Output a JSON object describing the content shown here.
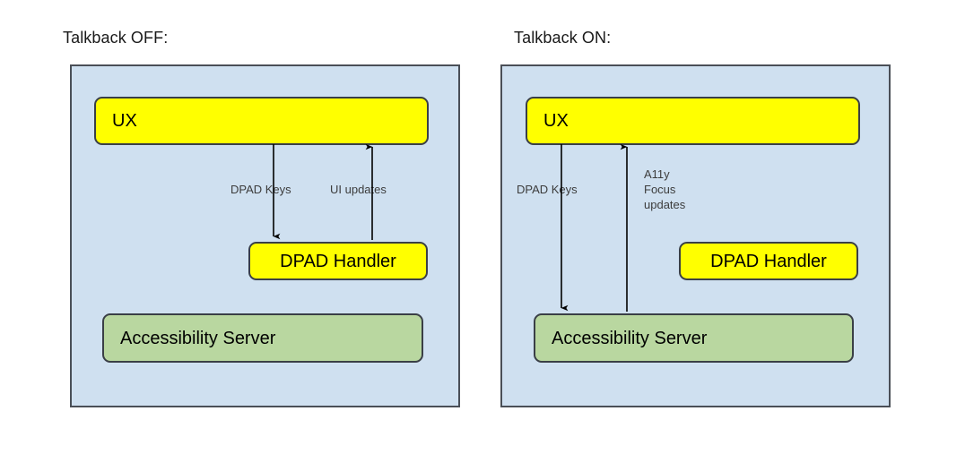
{
  "diagram": {
    "title_left": "Talkback OFF:",
    "title_right": "Talkback ON:",
    "colors": {
      "panel_fill": "#cfe0f0",
      "panel_stroke": "#4a4f57",
      "node_yellow": "#ffff00",
      "node_green": "#b9d7a0",
      "node_stroke": "#3a3f46",
      "arrow": "#000000",
      "text": "#000000",
      "label_text": "#3c3c3c",
      "background": "#ffffff"
    },
    "panels": [
      {
        "id": "talkback-off",
        "title": "Talkback OFF:",
        "nodes": [
          {
            "id": "ux",
            "label": "UX",
            "fill": "yellow"
          },
          {
            "id": "dpad-handler",
            "label": "DPAD Handler",
            "fill": "yellow"
          },
          {
            "id": "accessibility-server",
            "label": "Accessibility Server",
            "fill": "green"
          }
        ],
        "edges": [
          {
            "id": "ux-to-dpad-handler",
            "label": "DPAD Keys",
            "from": "ux",
            "to": "dpad-handler",
            "direction": "down"
          },
          {
            "id": "dpad-handler-to-ux",
            "label": "UI updates",
            "from": "dpad-handler",
            "to": "ux",
            "direction": "up"
          }
        ]
      },
      {
        "id": "talkback-on",
        "title": "Talkback ON:",
        "nodes": [
          {
            "id": "ux",
            "label": "UX",
            "fill": "yellow"
          },
          {
            "id": "dpad-handler",
            "label": "DPAD Handler",
            "fill": "yellow"
          },
          {
            "id": "accessibility-server",
            "label": "Accessibility Server",
            "fill": "green"
          }
        ],
        "edges": [
          {
            "id": "ux-to-accessibility-server",
            "label": "DPAD Keys",
            "from": "ux",
            "to": "accessibility-server",
            "direction": "down"
          },
          {
            "id": "accessibility-server-to-ux",
            "label_line1": "A11y",
            "label_line2": "Focus",
            "label_line3": "updates",
            "from": "accessibility-server",
            "to": "ux",
            "direction": "up"
          }
        ]
      }
    ]
  }
}
